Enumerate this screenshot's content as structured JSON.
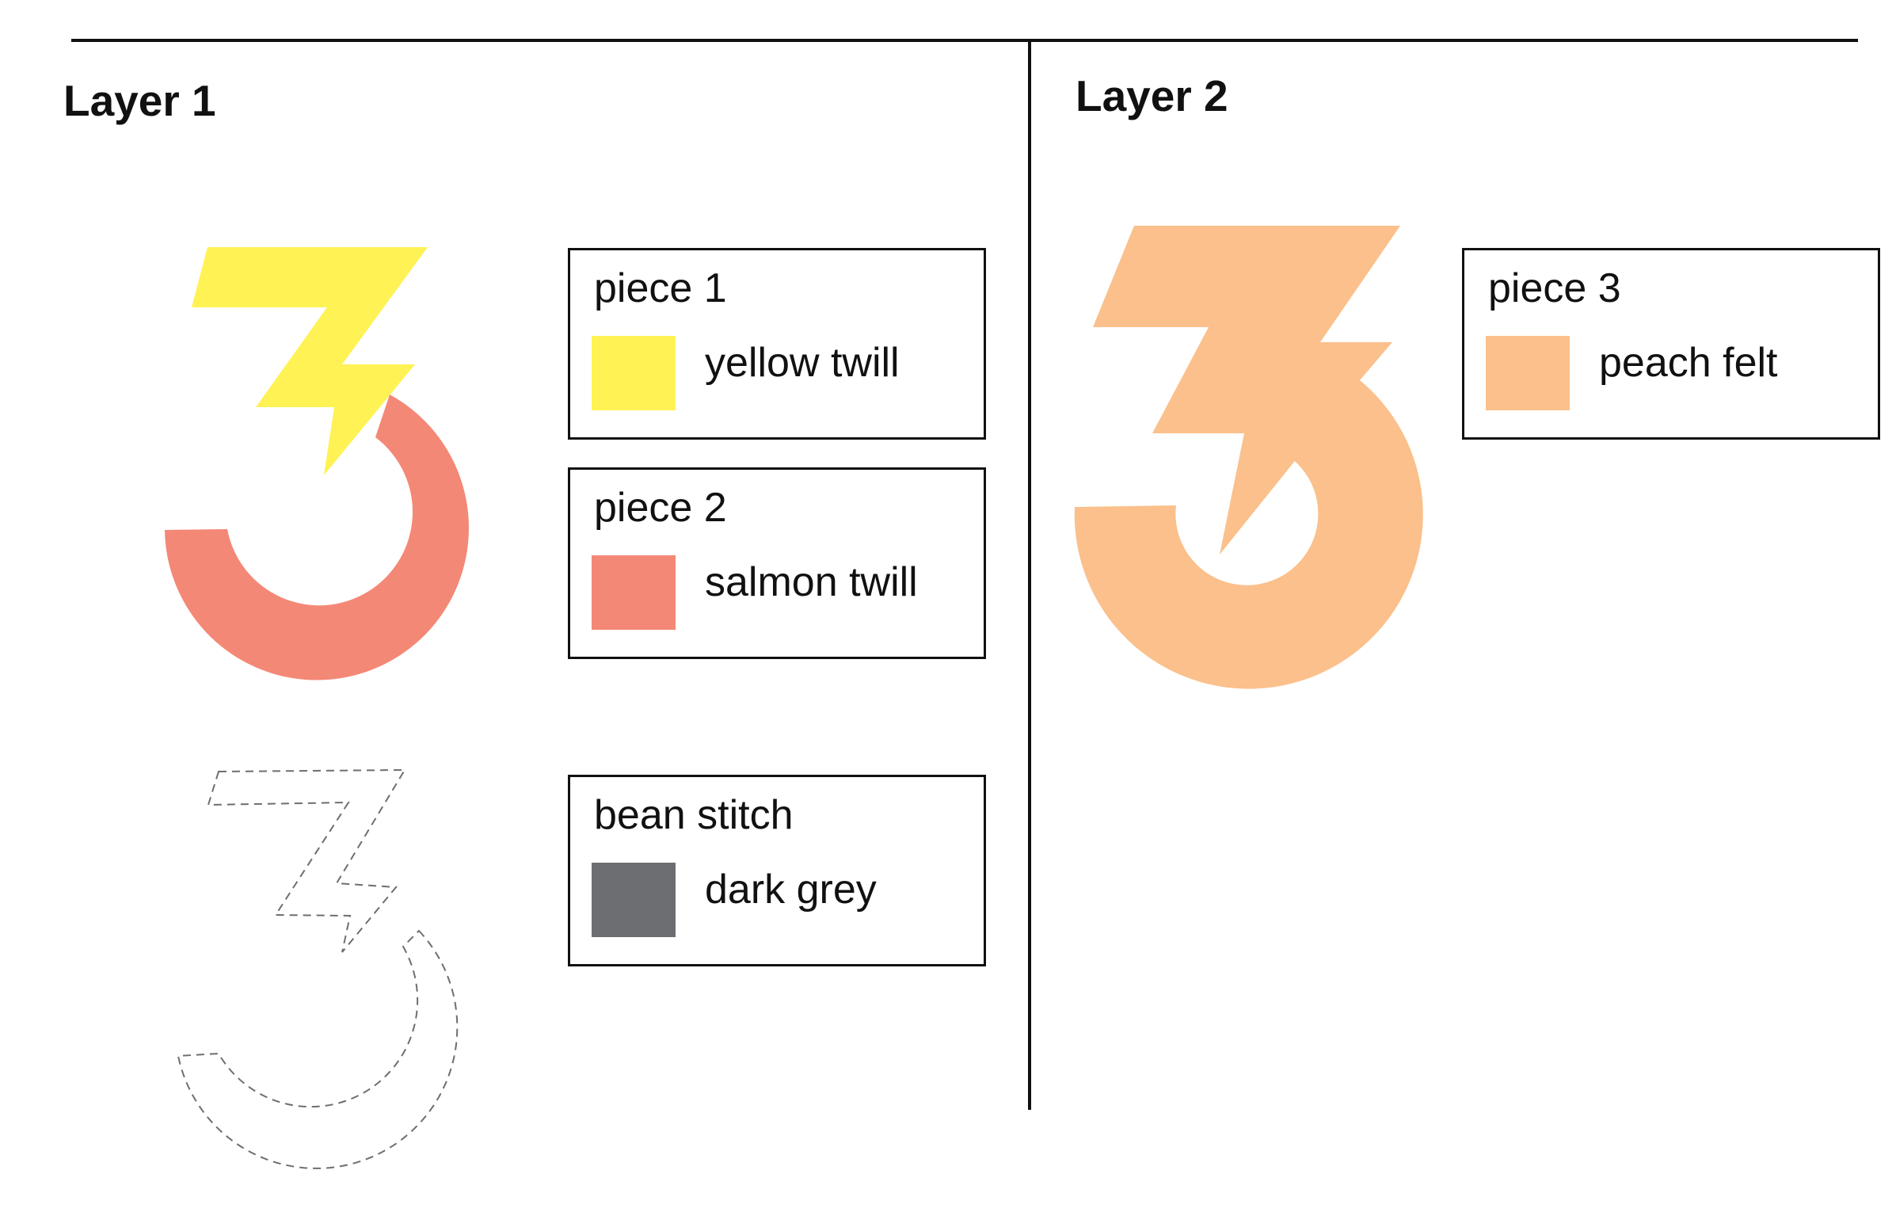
{
  "layers": [
    {
      "title": "Layer 1",
      "pieces": [
        {
          "name": "piece 1",
          "material": "yellow twill",
          "color": "#FFF254"
        },
        {
          "name": "piece 2",
          "material": "salmon twill",
          "color": "#F48876"
        },
        {
          "name": "bean stitch",
          "material": "dark grey",
          "color": "#6D6E71"
        }
      ]
    },
    {
      "title": "Layer 2",
      "pieces": [
        {
          "name": "piece 3",
          "material": "peach felt",
          "color": "#FBC08B"
        }
      ]
    }
  ]
}
